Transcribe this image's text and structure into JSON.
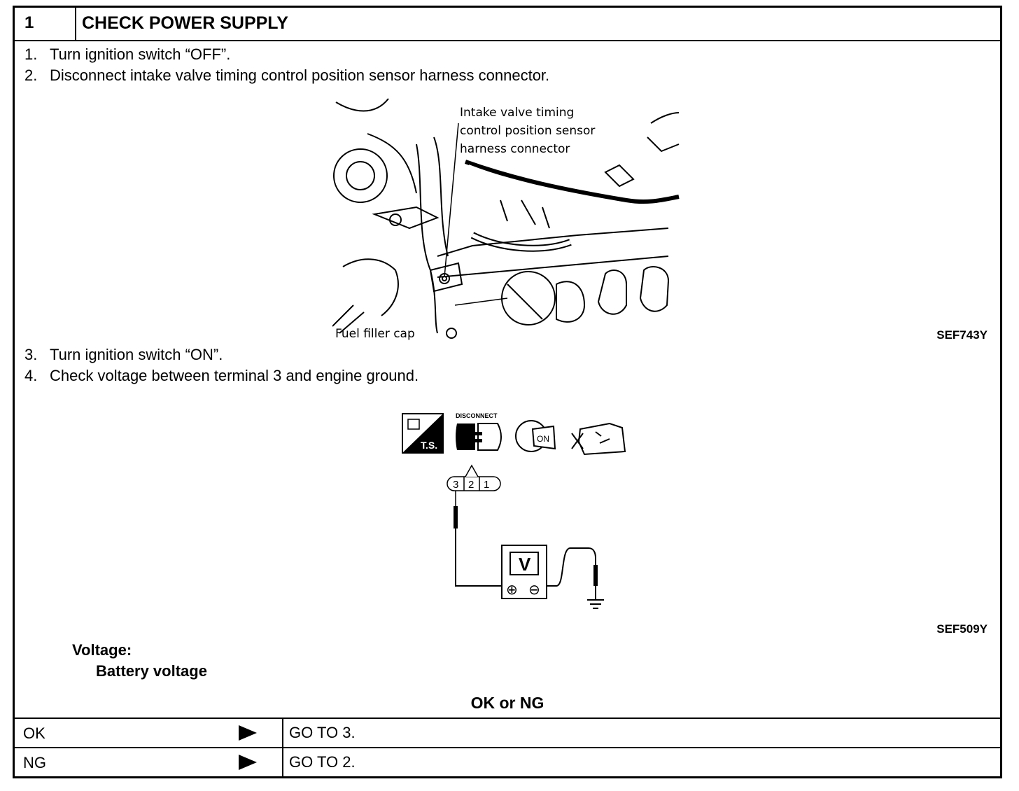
{
  "header": {
    "number": "1",
    "title": "CHECK POWER SUPPLY"
  },
  "steps": [
    {
      "num": "1.",
      "text": "Turn ignition switch “OFF”."
    },
    {
      "num": "2.",
      "text": "Disconnect intake valve timing control position sensor harness connector."
    },
    {
      "num": "3.",
      "text": "Turn ignition switch “ON”."
    },
    {
      "num": "4.",
      "text": "Check voltage between terminal 3 and engine ground."
    }
  ],
  "figure1": {
    "ref": "SEF743Y",
    "callout_line1": "Intake valve timing",
    "callout_line2": "control position sensor",
    "callout_line3": "harness connector",
    "fuel_label": "Fuel filler cap"
  },
  "figure2": {
    "ref": "SEF509Y",
    "disconnect_label": "DISCONNECT",
    "ts_label": "T.S.",
    "on_label": "ON",
    "terminals": [
      "3",
      "2",
      "1"
    ],
    "meter_label": "V",
    "plus": "⊕",
    "minus": "⊖"
  },
  "spec": {
    "label": "Voltage:",
    "value": "Battery voltage"
  },
  "result": {
    "heading": "OK or NG",
    "rows": [
      {
        "result": "OK",
        "action": "GO TO 3."
      },
      {
        "result": "NG",
        "action": "GO TO 2."
      }
    ]
  }
}
